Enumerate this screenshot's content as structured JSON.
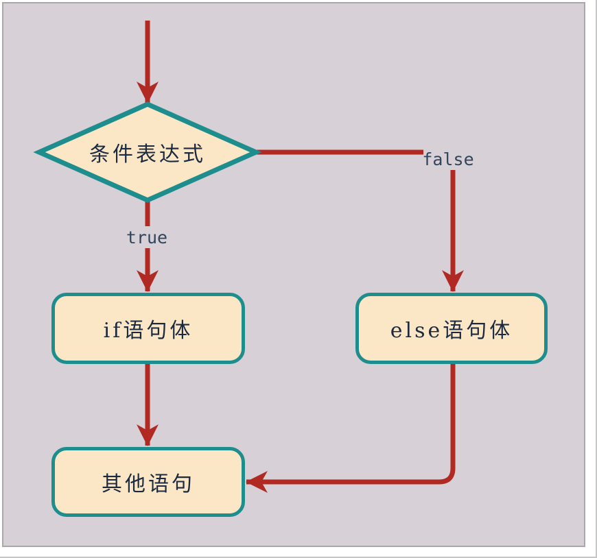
{
  "flowchart": {
    "nodes": [
      {
        "id": "condition",
        "type": "decision",
        "label": "条件表达式"
      },
      {
        "id": "if-body",
        "type": "process",
        "label": "if语句体"
      },
      {
        "id": "else-body",
        "type": "process",
        "label": "else语句体"
      },
      {
        "id": "other-statements",
        "type": "process",
        "label": "其他语句"
      }
    ],
    "edge_labels": {
      "true_branch": "true",
      "false_branch": "false"
    },
    "colors": {
      "canvas_background": "#d8d0d7",
      "node_fill": "#fbe7c5",
      "node_border": "#1d8d8d",
      "arrow": "#b02a23",
      "node_text": "#1b2a41",
      "edge_label_text": "#31455b",
      "frame_border": "#a8a8a8"
    }
  }
}
